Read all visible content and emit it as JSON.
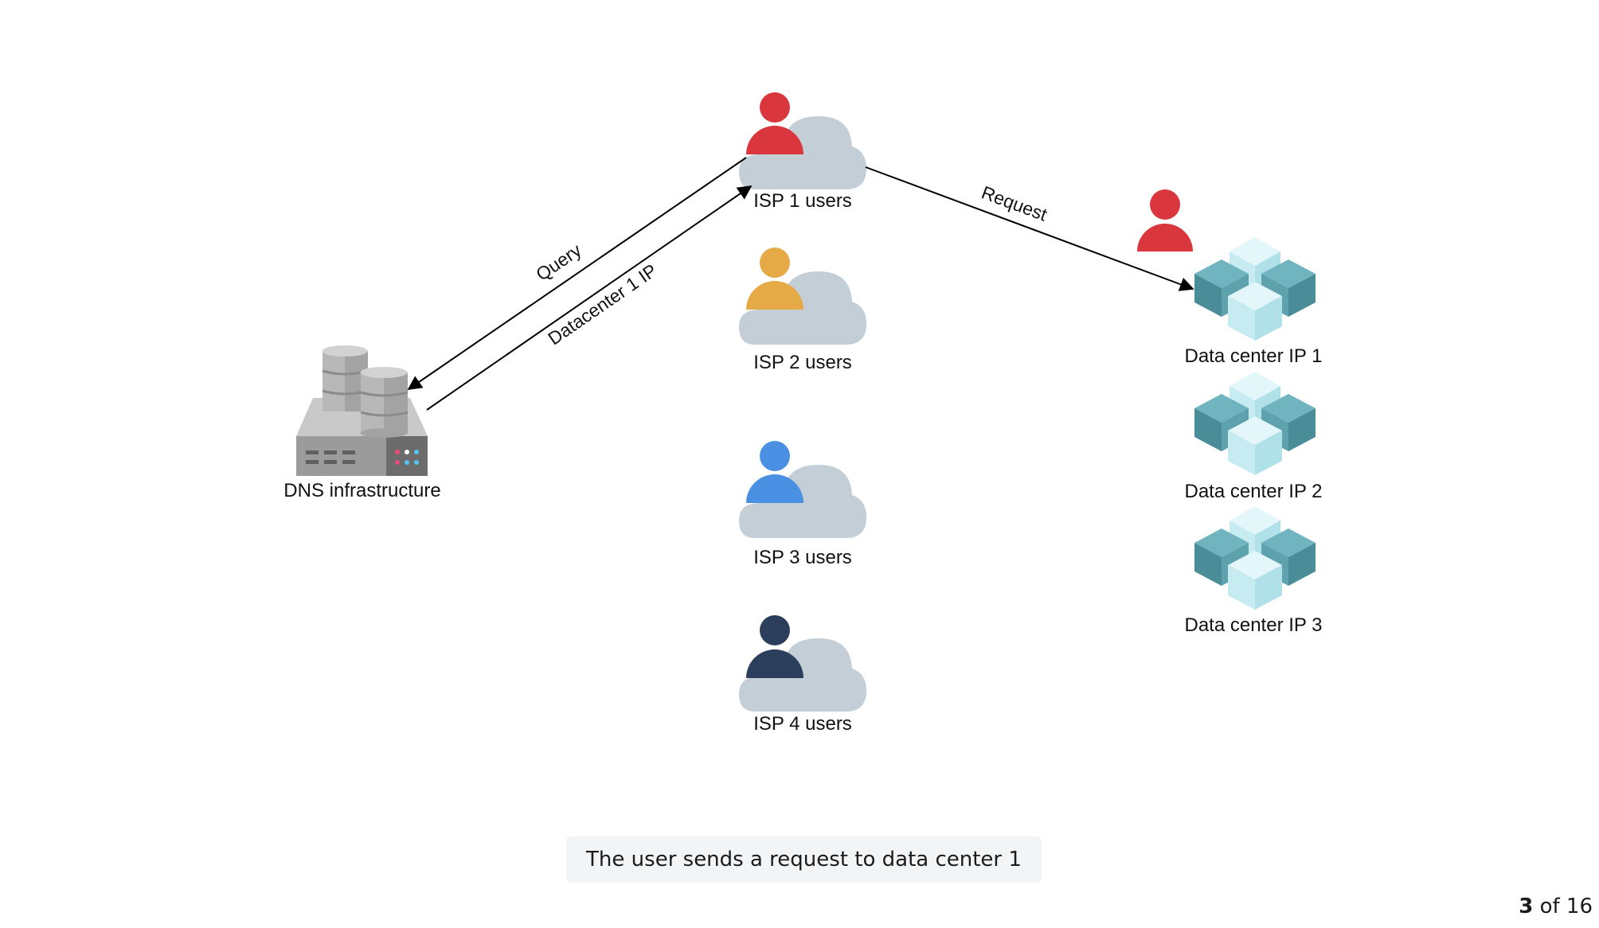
{
  "diagram": {
    "dns": {
      "label": "DNS infrastructure"
    },
    "isps": [
      {
        "label": "ISP 1 users",
        "color": "#d9363e"
      },
      {
        "label": "ISP 2 users",
        "color": "#e5aa45"
      },
      {
        "label": "ISP 3 users",
        "color": "#4a90e2"
      },
      {
        "label": "ISP 4 users",
        "color": "#2b3f5c"
      }
    ],
    "datacenters": [
      {
        "label": "Data center IP 1"
      },
      {
        "label": "Data center IP 2"
      },
      {
        "label": "Data center IP 3"
      }
    ],
    "edges": {
      "query": "Query",
      "response": "Datacenter 1 IP",
      "request": "Request"
    },
    "request_user_color": "#d9363e",
    "cloud_color": "#c4ced6"
  },
  "caption": "The user sends a request to data center 1",
  "pager": {
    "current": "3",
    "separator": "of",
    "total": "16"
  }
}
